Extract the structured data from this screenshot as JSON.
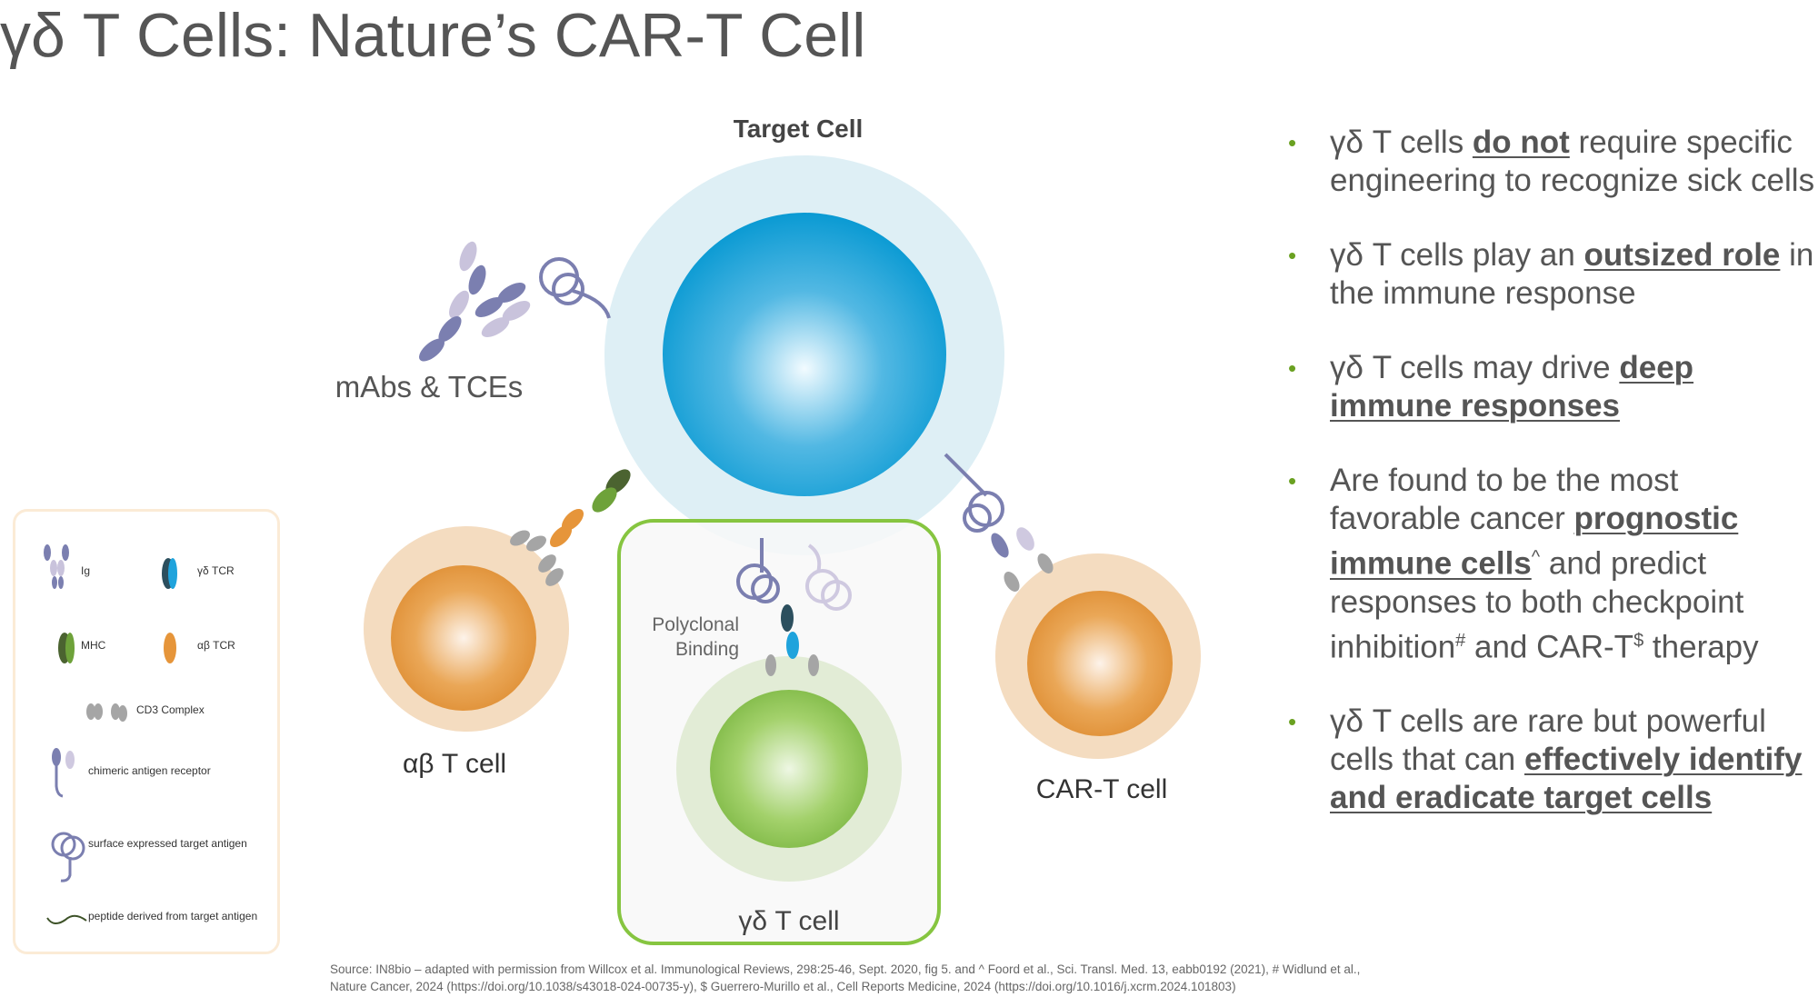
{
  "title": "γδ T Cells: Nature’s CAR-T Cell",
  "diagram": {
    "target_cell": "Target Cell",
    "mabs_label": "mAbs & TCEs",
    "ab_t_cell": "αβ T cell",
    "gd_t_cell": "γδ T cell",
    "car_t_cell": "CAR-T cell",
    "polyclonal_1": "Polyclonal",
    "polyclonal_2": "Binding",
    "colors": {
      "target": "#0a9ad3",
      "halo": "#deeff5",
      "orange": "#e6953a",
      "green": "#8cc54a",
      "box_border": "#86c540"
    }
  },
  "legend": {
    "ig": "Ig",
    "gd_tcr": "γδ TCR",
    "mhc": "MHC",
    "ab_tcr": "αβ TCR",
    "cd3": "CD3 Complex",
    "car": "chimeric antigen receptor",
    "antigen": "surface expressed target antigen",
    "peptide": "peptide derived from target antigen"
  },
  "bullets": [
    {
      "pre": "γδ T cells ",
      "em": "do not",
      "post": " require specific engineering to recognize sick cells"
    },
    {
      "pre": "γδ T cells play an ",
      "em": "outsized role",
      "post": " in the immune response"
    },
    {
      "pre": "γδ T cells may drive ",
      "em": "deep immune responses",
      "post": ""
    },
    {
      "pre": "Are found to be the most favorable cancer ",
      "em": "prognostic immune cells",
      "sup1": "^",
      "mid": " and predict responses to both checkpoint inhibition",
      "sup2": "#",
      "mid2": " and CAR-T",
      "sup3": "$",
      "post": " therapy"
    },
    {
      "pre": "γδ T cells are rare but powerful cells that can ",
      "em": "effectively identify and eradicate target cells",
      "post": ""
    }
  ],
  "bullet_char": "•",
  "source": {
    "line1": "Source:  IN8bio – adapted with permission from Willcox et al. Immunological Reviews, 298:25-46, Sept. 2020, fig 5. and ^ Foord et al., Sci. Transl. Med. 13, eabb0192 (2021), # Widlund et al.,",
    "line2": "Nature Cancer, 2024 (https://doi.org/10.1038/s43018-024-00735-y), $ Guerrero-Murillo et al., Cell Reports Medicine, 2024 (https://doi.org/10.1016/j.xcrm.2024.101803)"
  }
}
